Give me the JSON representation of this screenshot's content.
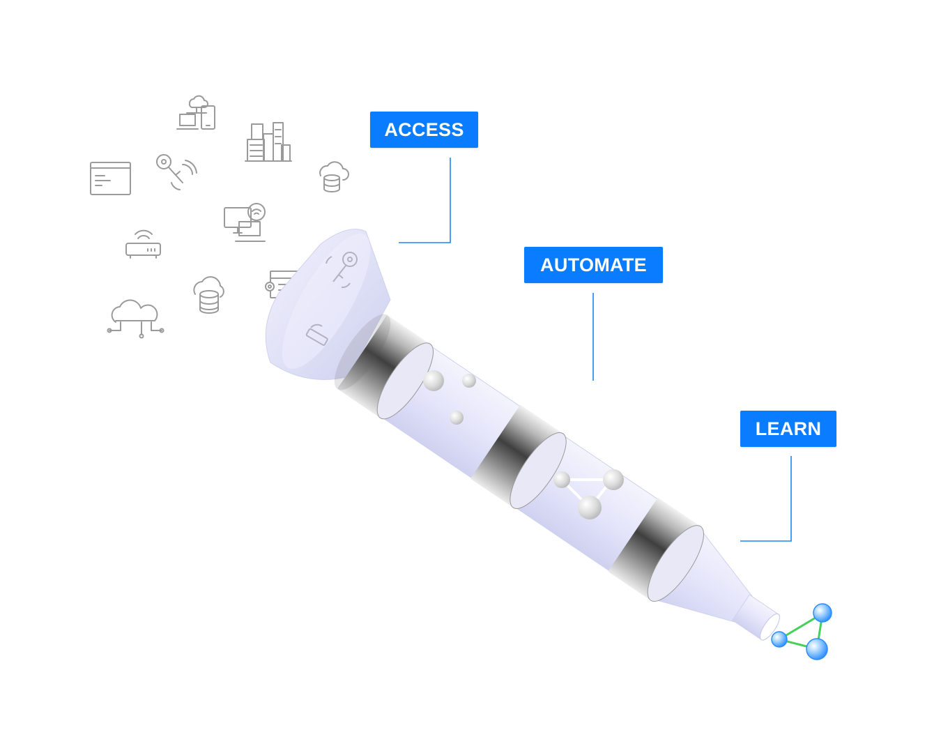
{
  "stages": [
    {
      "id": "access",
      "label": "ACCESS"
    },
    {
      "id": "automate",
      "label": "AUTOMATE"
    },
    {
      "id": "learn",
      "label": "LEARN"
    }
  ],
  "colors": {
    "label_bg": "#0a7cff",
    "label_text": "#ffffff",
    "leader_line": "#1a86f0",
    "tube_fill": "#e4e5fb",
    "tube_edge": "#c9cbea",
    "band_dark": "#4a4a4a",
    "band_light": "#e6e6e6",
    "icon_stroke": "#9a9a9a",
    "node_blue": "#2a8cff",
    "edge_green": "#45d05a"
  },
  "source_icons": [
    "cloud-devices-icon",
    "city-buildings-icon",
    "browser-code-icon",
    "key-wireless-icon",
    "cloud-database-icon",
    "monitor-wifi-icon",
    "wifi-router-icon",
    "server-settings-icon",
    "cloud-database-icon",
    "cloud-network-icon"
  ],
  "output_icon": "network-graph-icon"
}
